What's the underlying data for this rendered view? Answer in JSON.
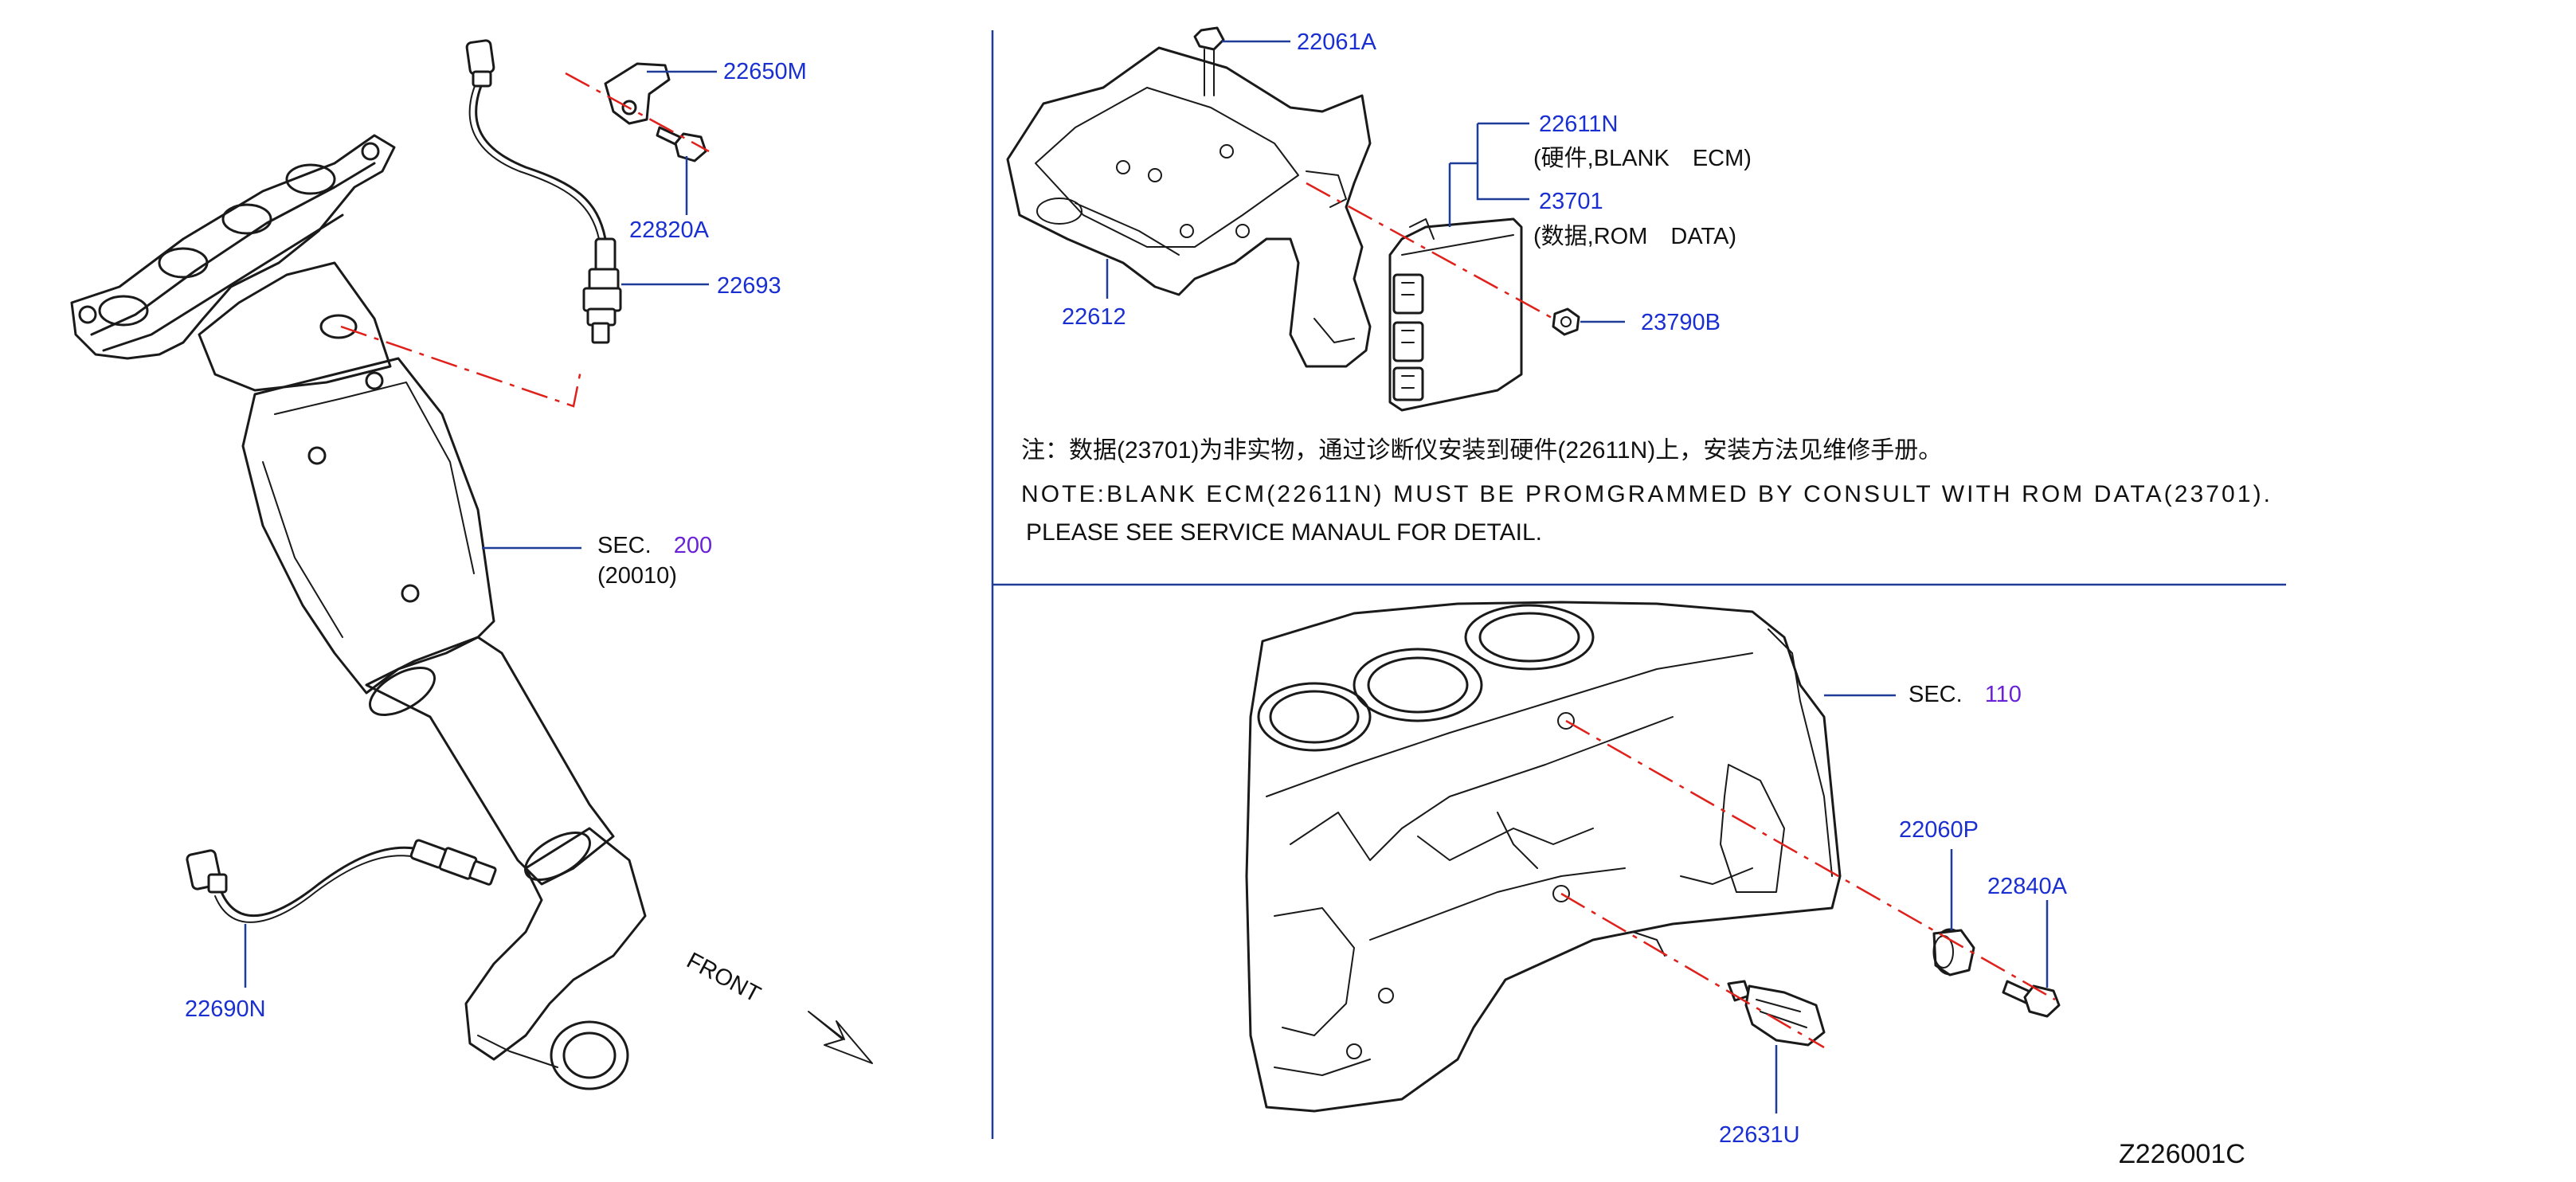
{
  "labels": {
    "p22650M": "22650M",
    "p22820A": "22820A",
    "p22693": "22693",
    "sec200_prefix": "SEC.",
    "sec200_num": "200",
    "sec200_sub": "(20010)",
    "p22690N": "22690N",
    "front": "FRONT",
    "p22061A": "22061A",
    "p22611N": "22611N",
    "p22611N_desc": "(硬件,BLANK　ECM)",
    "p23701": "23701",
    "p23701_desc": "(数据,ROM　DATA)",
    "p22612": "22612",
    "p23790B": "23790B",
    "sec110_prefix": "SEC.",
    "sec110_num": "110",
    "p22060P": "22060P",
    "p22840A": "22840A",
    "p22631U": "22631U"
  },
  "notes": {
    "cn": "注：数据(23701)为非实物，通过诊断仪安装到硬件(22611N)上，安装方法见维修手册。",
    "en_line1": "NOTE:BLANK  ECM(22611N)  MUST  BE  PROMGRAMMED  BY  CONSULT  WITH  ROM  DATA(23701).",
    "en_line2": "PLEASE  SEE  SERVICE  MANAUL  FOR  DETAIL."
  },
  "drawing_code": "Z226001C",
  "colors": {
    "label_blue": "#1a2fd1",
    "section_purple": "#6a22d8",
    "leader_blue": "#1f3c99",
    "centerline_red": "#e0201a",
    "ink": "#1a1a1a"
  }
}
